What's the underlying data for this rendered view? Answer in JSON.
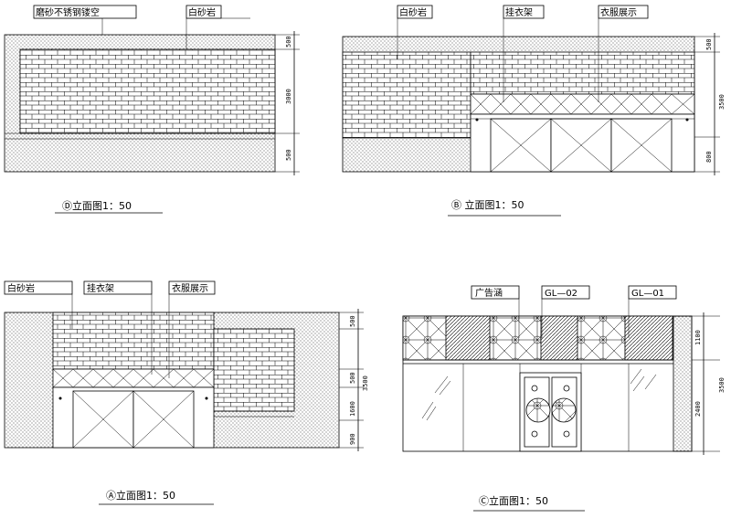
{
  "elevations": {
    "d": {
      "title": "Ⓓ立面图1：50",
      "labels": {
        "frosted_steel": "磨砂不锈钢镂空",
        "white_sand": "白砂岩"
      },
      "dims": {
        "top": "500",
        "middle": "3000",
        "bottom": "500"
      }
    },
    "b": {
      "title": "Ⓑ 立面图1：50",
      "labels": {
        "white_sand": "白砂岩",
        "hanger": "挂衣架",
        "display": "衣服展示"
      },
      "dims": {
        "top": "500",
        "total": "3500",
        "bottom": "800"
      }
    },
    "a": {
      "title": "Ⓐ立面图1：50",
      "labels": {
        "white_sand": "白砂岩",
        "hanger": "挂衣架",
        "display": "衣服展示"
      },
      "dims": {
        "top": "500",
        "mid": "500",
        "lower": "1600",
        "bottom": "900",
        "total": "3500"
      }
    },
    "c": {
      "title": "Ⓒ立面图1：50",
      "labels": {
        "ad_wall": "广告涵",
        "gl02": "GL—02",
        "gl01": "GL—01"
      },
      "dims": {
        "top": "1100",
        "lower": "2400",
        "total": "3500"
      }
    }
  },
  "colors": {
    "line": "#000000",
    "paper": "#ffffff"
  }
}
